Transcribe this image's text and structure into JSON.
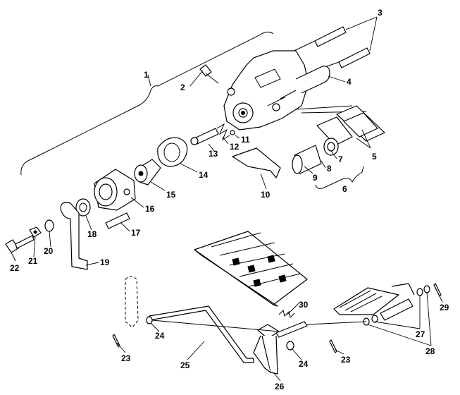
{
  "diagram": {
    "callouts": {
      "c1": "1",
      "c2": "2",
      "c3": "3",
      "c4": "4",
      "c5": "5",
      "c6": "6",
      "c7": "7",
      "c8": "8",
      "c9": "9",
      "c10": "10",
      "c11": "11",
      "c12": "12",
      "c13": "13",
      "c14": "14",
      "c15": "15",
      "c16": "16",
      "c17": "17",
      "c18": "18",
      "c19": "19",
      "c20": "20",
      "c21": "21",
      "c22": "22",
      "c23a": "23",
      "c23b": "23",
      "c24a": "24",
      "c24b": "24",
      "c25": "25",
      "c26": "26",
      "c27": "27",
      "c28": "28",
      "c29": "29",
      "c30": "30"
    }
  }
}
